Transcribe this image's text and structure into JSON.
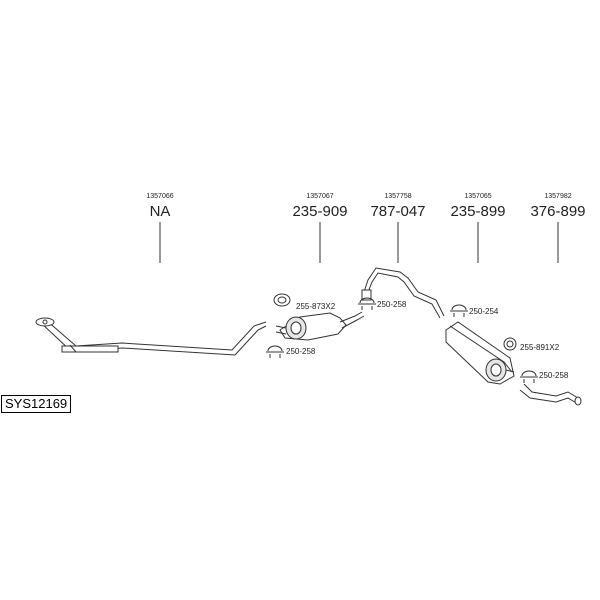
{
  "system_code": "SYS12169",
  "assemblies": [
    {
      "part_no": "1357066",
      "code": "NA"
    },
    {
      "part_no": "1357067",
      "code": "235-909"
    },
    {
      "part_no": "1357758",
      "code": "787-047"
    },
    {
      "part_no": "1357065",
      "code": "235-899"
    },
    {
      "part_no": "1357982",
      "code": "376-899"
    }
  ],
  "accessories": [
    {
      "code": "255-873X2",
      "icon": "gasket-ring-icon"
    },
    {
      "code": "250-258",
      "icon": "pipe-clamp-icon"
    },
    {
      "code": "250-258",
      "icon": "pipe-clamp-icon"
    },
    {
      "code": "250-254",
      "icon": "pipe-clamp-icon"
    },
    {
      "code": "255-891X2",
      "icon": "gasket-ring-icon"
    },
    {
      "code": "250-258",
      "icon": "pipe-clamp-icon"
    }
  ],
  "colors": {
    "line": "#333333",
    "fill": "#ffffff",
    "shade": "#d8d8d8"
  }
}
